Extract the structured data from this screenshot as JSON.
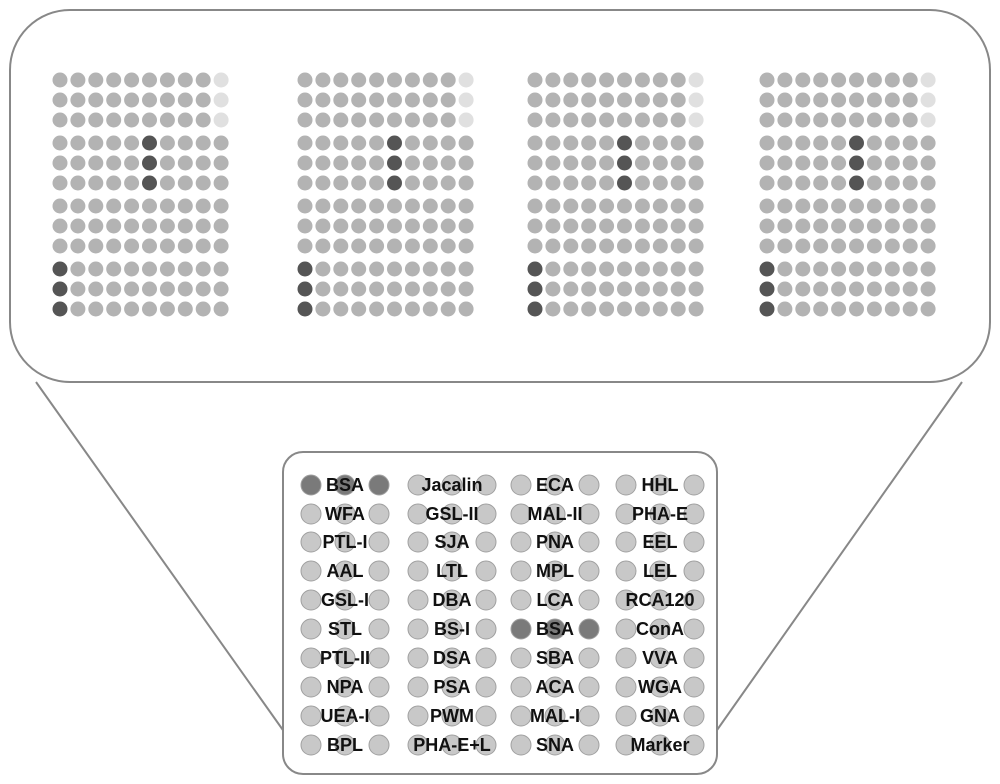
{
  "colors": {
    "dot_normal": "#b3b3b3",
    "dot_dark": "#555555",
    "dot_light": "#e0e0e0",
    "outline": "#888888",
    "legend_dot": "#c8c8c8",
    "legend_dark": "#7a7a7a"
  },
  "array": {
    "block_count": 4,
    "rows": 12,
    "cols": 10,
    "cell_states": "1-indexed (row, col) states, repeated identically in each of the 4 blocks",
    "dark_cells": [
      [
        4,
        6
      ],
      [
        5,
        6
      ],
      [
        6,
        6
      ],
      [
        10,
        1
      ],
      [
        11,
        1
      ],
      [
        12,
        1
      ]
    ],
    "light_cells": [
      [
        1,
        10
      ],
      [
        2,
        10
      ],
      [
        3,
        10
      ]
    ]
  },
  "legend": {
    "columns": [
      [
        "BSA",
        "WFA",
        "PTL-I",
        "AAL",
        "GSL-I",
        "STL",
        "PTL-II",
        "NPA",
        "UEA-I",
        "BPL"
      ],
      [
        "Jacalin",
        "GSL-II",
        "SJA",
        "LTL",
        "DBA",
        "BS-I",
        "DSA",
        "PSA",
        "PWM",
        "PHA-E+L"
      ],
      [
        "ECA",
        "MAL-II",
        "PNA",
        "MPL",
        "LCA",
        "BSA",
        "SBA",
        "ACA",
        "MAL-I",
        "SNA"
      ],
      [
        "HHL",
        "PHA-E",
        "EEL",
        "LEL",
        "RCA120",
        "ConA",
        "VVA",
        "WGA",
        "GNA",
        "Marker"
      ]
    ],
    "highlighted": [
      "BSA"
    ]
  }
}
